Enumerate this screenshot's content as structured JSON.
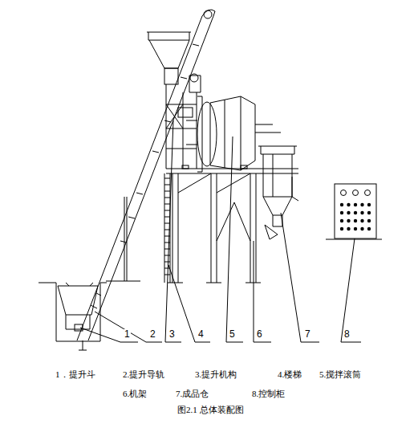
{
  "diagram": {
    "caption": "图2.1 总体装配图",
    "labels": [
      "1",
      "2",
      "3",
      "4",
      "5",
      "6",
      "7",
      "8",
      "1．提升斗",
      "2.提升导轨",
      "3.提升机构",
      "4.楼梯",
      "5.搅拌滚筒",
      "6.机架",
      "7.成品仓",
      "8.控制柜"
    ]
  }
}
